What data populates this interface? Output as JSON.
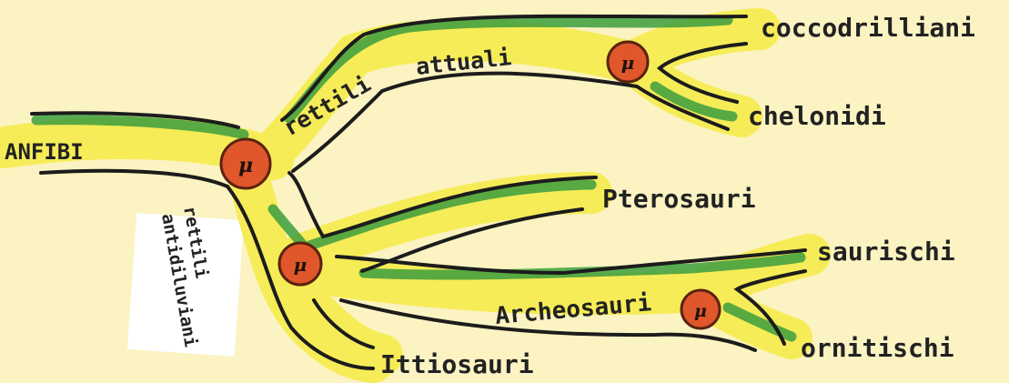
{
  "diagram": {
    "origin": "ANFIBI",
    "branches": {
      "current": "rettili attuali",
      "antediluvian_line1": "rettili",
      "antediluvian_line2": "antidiluviani",
      "archosaurs": "Archeosauri"
    },
    "leaves": {
      "crocodilians": "coccodrilliani",
      "chelonians": "chelonidi",
      "pterosaurs": "Pterosauri",
      "saurischians": "saurischi",
      "ornithischians": "ornitischi",
      "ichthyosaurs": "Ittiosauri"
    },
    "node_symbol": "μ",
    "colors": {
      "background": "#fbf3c2",
      "band_yellow": "#f6ec57",
      "band_green": "#3c9d3d",
      "outline": "#1c1c1c",
      "node_fill": "#e0572b",
      "node_stroke": "#5a2310"
    }
  }
}
